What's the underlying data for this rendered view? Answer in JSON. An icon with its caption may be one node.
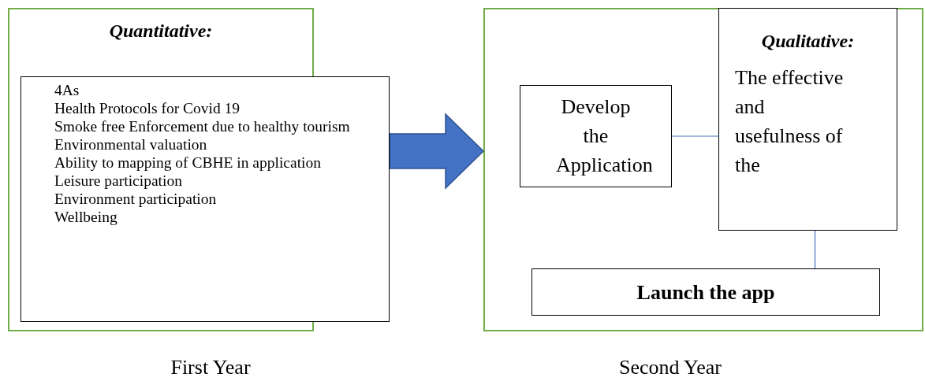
{
  "diagram": {
    "nodes": [
      {
        "text": [
          "Quantitative:"
        ],
        "beside": [
          "First Year"
        ]
      },
      {
        "text": [
          "4As",
          "Health Protocols for Covid 19",
          "Smoke free Enforcement due to healthy tourism",
          "Environmental valuation",
          "Ability to mapping of CBHE in application",
          "Leisure participation",
          "Environment participation",
          "Wellbeing"
        ]
      },
      {
        "text": [],
        "shape": "box",
        "beside": [
          "Second Year"
        ]
      },
      {
        "text": [
          "Develop the Application"
        ],
        "in": 2
      },
      {
        "text": [
          "Qualitative:",
          "The effective and usefulness of the"
        ],
        "in": 2
      },
      {
        "text": [
          "Launch the app"
        ],
        "in": 2
      }
    ],
    "edges": [
      {
        "from": 1,
        "to": 2,
        "arrow": "to",
        "style": "thick"
      },
      {
        "from": 3,
        "to": 4,
        "arrow": "none"
      },
      {
        "from": 4,
        "to": 5,
        "arrow": "none"
      }
    ]
  }
}
